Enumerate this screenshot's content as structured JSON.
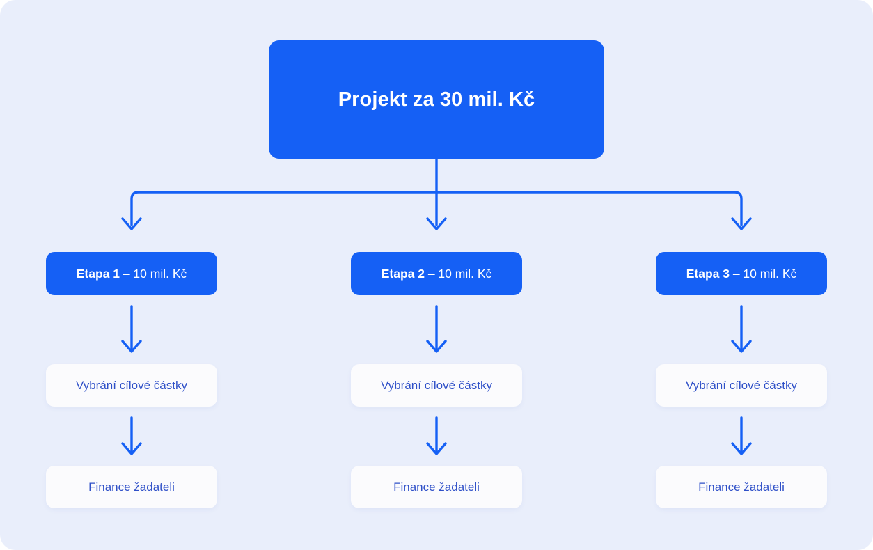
{
  "diagram": {
    "title": "Projekt za 30 mil. Kč",
    "background_color": "#e9eefb",
    "accent_color": "#1560f5",
    "card_background_color": "#fbfbfd",
    "card_text_color": "#2f50c8",
    "root": {
      "label": "Projekt za 30 mil. Kč"
    },
    "branches": [
      {
        "stage_name": "Etapa 1",
        "stage_amount": " – 10 mil. Kč",
        "steps": [
          {
            "label": "Vybrání cílové částky"
          },
          {
            "label": "Finance žadateli"
          }
        ]
      },
      {
        "stage_name": "Etapa 2",
        "stage_amount": " – 10 mil. Kč",
        "steps": [
          {
            "label": "Vybrání cílové částky"
          },
          {
            "label": "Finance žadateli"
          }
        ]
      },
      {
        "stage_name": "Etapa 3",
        "stage_amount": " – 10 mil. Kč",
        "steps": [
          {
            "label": "Vybrání cílové částky"
          },
          {
            "label": "Finance žadateli"
          }
        ]
      }
    ],
    "connectors": {
      "trunk_arrow_icon": "arrow-down-icon",
      "branch_arrow_icon": "arrow-down-icon",
      "step_arrow_icon": "arrow-down-icon"
    }
  },
  "chart_data": {
    "type": "diagram",
    "title": "Projekt za 30 mil. Kč",
    "nodes": [
      {
        "id": "root",
        "label": "Projekt za 30 mil. Kč",
        "level": 0,
        "value": 30,
        "unit": "mil. Kč"
      },
      {
        "id": "etapa1",
        "label": "Etapa 1 – 10 mil. Kč",
        "level": 1,
        "value": 10,
        "unit": "mil. Kč"
      },
      {
        "id": "etapa2",
        "label": "Etapa 2 – 10 mil. Kč",
        "level": 1,
        "value": 10,
        "unit": "mil. Kč"
      },
      {
        "id": "etapa3",
        "label": "Etapa 3 – 10 mil. Kč",
        "level": 1,
        "value": 10,
        "unit": "mil. Kč"
      },
      {
        "id": "pick1",
        "label": "Vybrání cílové částky",
        "level": 2
      },
      {
        "id": "pick2",
        "label": "Vybrání cílové částky",
        "level": 2
      },
      {
        "id": "pick3",
        "label": "Vybrání cílové částky",
        "level": 2
      },
      {
        "id": "fin1",
        "label": "Finance žadateli",
        "level": 3
      },
      {
        "id": "fin2",
        "label": "Finance žadateli",
        "level": 3
      },
      {
        "id": "fin3",
        "label": "Finance žadateli",
        "level": 3
      }
    ],
    "edges": [
      {
        "from": "root",
        "to": "etapa1"
      },
      {
        "from": "root",
        "to": "etapa2"
      },
      {
        "from": "root",
        "to": "etapa3"
      },
      {
        "from": "etapa1",
        "to": "pick1"
      },
      {
        "from": "etapa2",
        "to": "pick2"
      },
      {
        "from": "etapa3",
        "to": "pick3"
      },
      {
        "from": "pick1",
        "to": "fin1"
      },
      {
        "from": "pick2",
        "to": "fin2"
      },
      {
        "from": "pick3",
        "to": "fin3"
      }
    ]
  }
}
